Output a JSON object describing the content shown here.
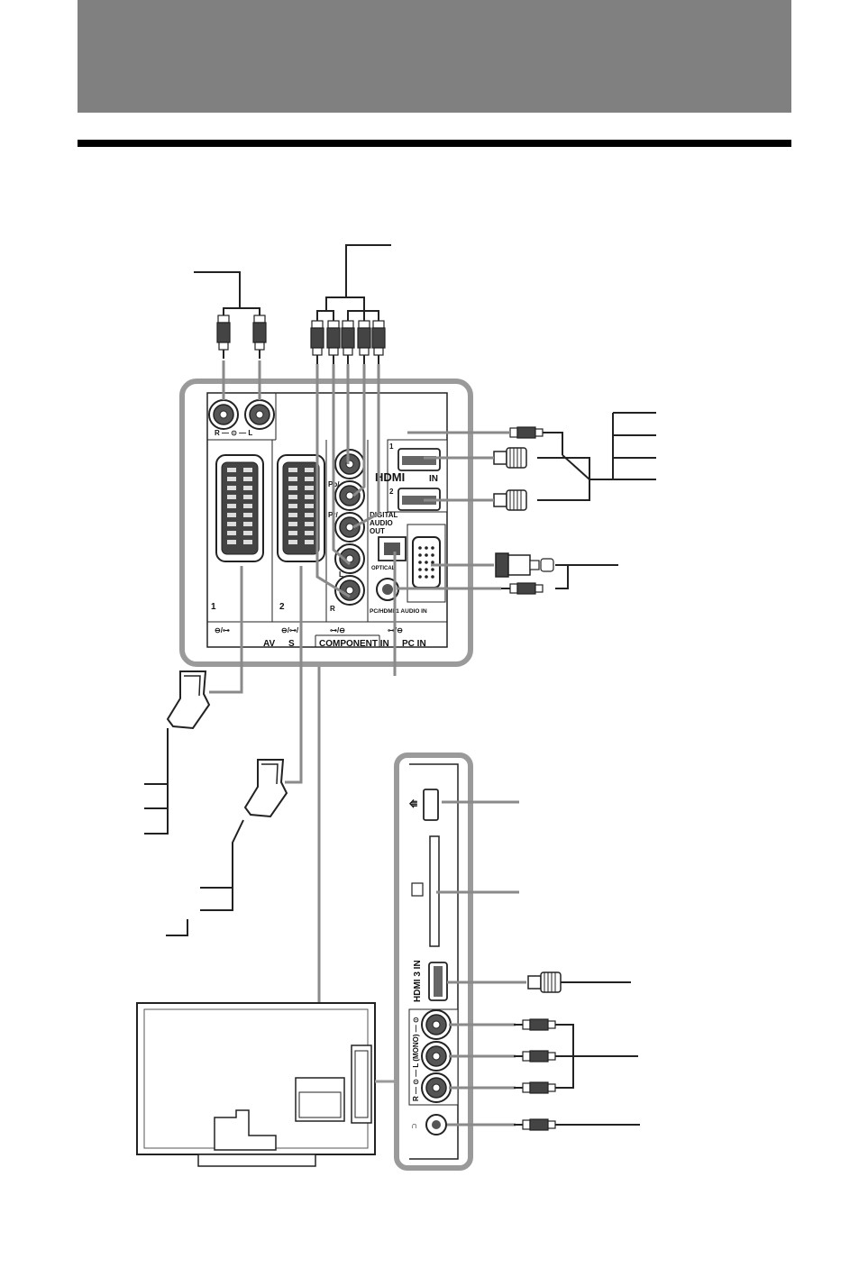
{
  "rear_panel": {
    "audio_in_label": "R — ⊙ — L",
    "scart_1": "1",
    "scart_2": "2",
    "footer_av": "AV",
    "footer_svideo": "S",
    "footer_component": "COMPONENT IN",
    "footer_pc": "PC IN",
    "pb_label": "PB/\nCB",
    "pr_label": "PR/\nCR",
    "hdmi_logo": "HDMI",
    "hdmi_in": "IN",
    "hdmi_1": "1",
    "hdmi_2": "2",
    "digital_audio_out": "DIGITAL\nAUDIO\nOUT",
    "optical": "OPTICAL",
    "pc_hdmi_audio_in": "PC/HDMI 1 AUDIO IN",
    "comp_l": "L",
    "comp_r": "R"
  },
  "side_panel": {
    "hdmi3_label": "HDMI 3 IN",
    "audio_label": "R — ⊙ — L (MONO) — ⊙"
  },
  "icons": [
    "usb-icon",
    "pc-card-icon",
    "headphone-icon",
    "hdmi-connector-icon",
    "scart-plug-icon",
    "rca-plug-icon",
    "d-sub-plug-icon",
    "minijack-plug-icon"
  ],
  "colors": {
    "panel_outline": "#9a9a9a",
    "callout_line": "#8a8a8a",
    "header_band": "#808080",
    "rule": "#000000"
  }
}
